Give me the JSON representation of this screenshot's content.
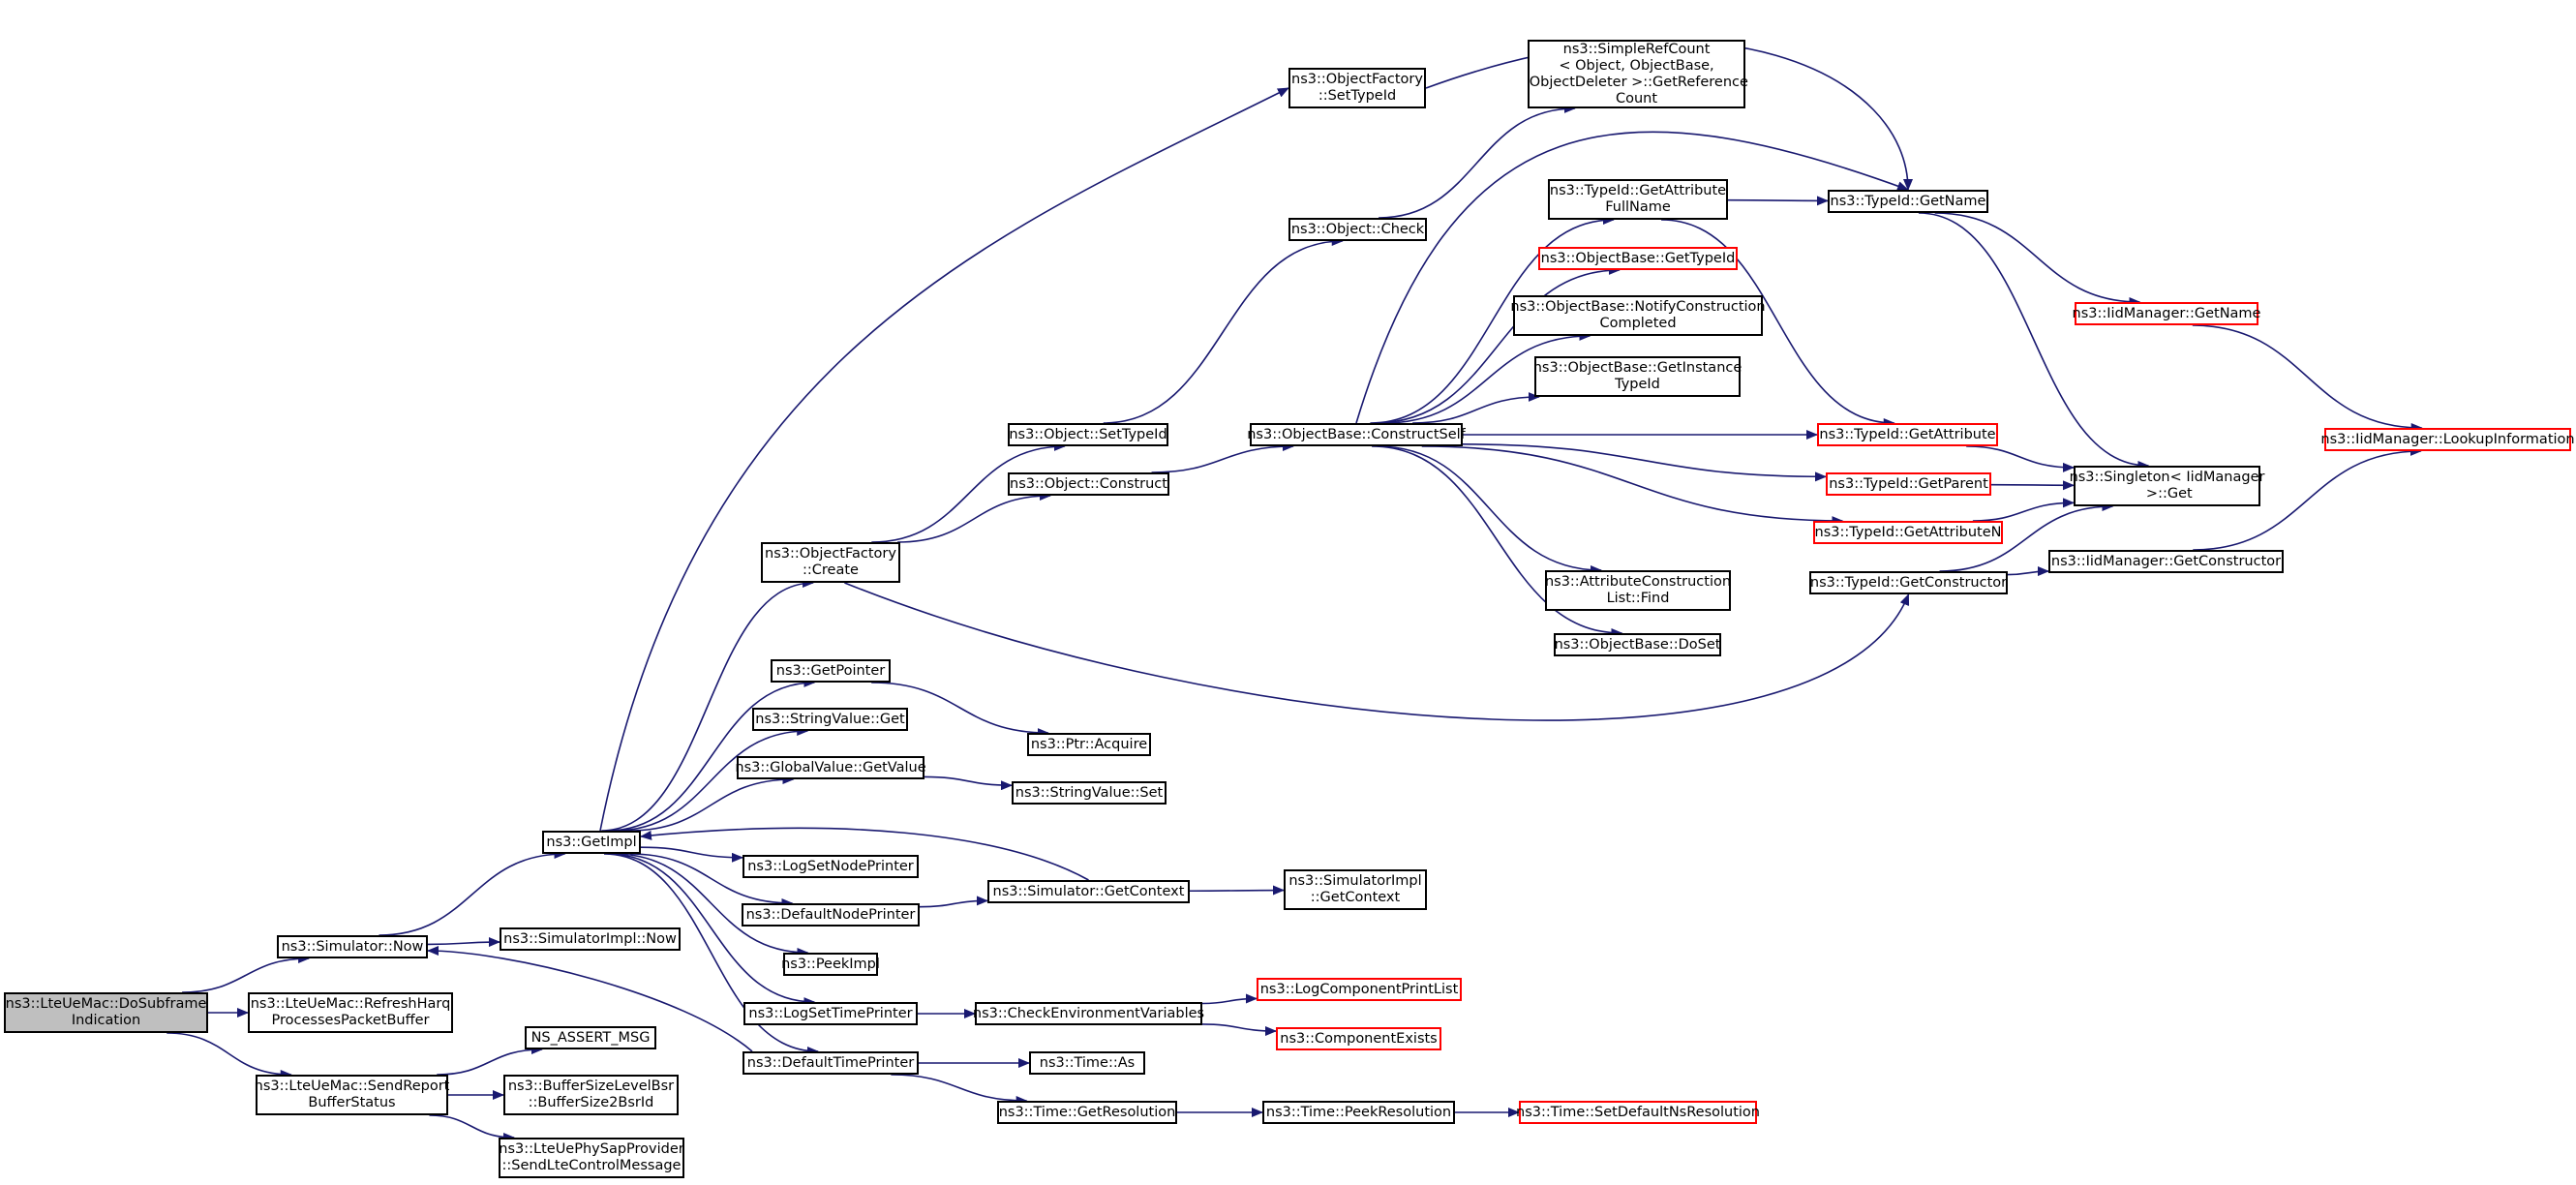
{
  "graph": {
    "colors": {
      "edge": "#191970",
      "box_border": "#000000",
      "truncated_border": "#ff0000",
      "root_fill": "#bfbfbf",
      "background": "#ffffff"
    },
    "nodes": [
      {
        "id": "root",
        "label": "ns3::LteUeMac::DoSubframe\nIndication",
        "root": true
      },
      {
        "id": "simnow",
        "label": "ns3::Simulator::Now"
      },
      {
        "id": "refresh",
        "label": "ns3::LteUeMac::RefreshHarq\nProcessesPacketBuffer"
      },
      {
        "id": "sendreport",
        "label": "ns3::LteUeMac::SendReport\nBufferStatus"
      },
      {
        "id": "getimpl",
        "label": "ns3::GetImpl"
      },
      {
        "id": "simimplnow",
        "label": "ns3::SimulatorImpl::Now"
      },
      {
        "id": "nsassert",
        "label": "NS_ASSERT_MSG"
      },
      {
        "id": "bsr",
        "label": "ns3::BufferSizeLevelBsr\n::BufferSize2BsrId"
      },
      {
        "id": "sendlte",
        "label": "ns3::LteUePhySapProvider\n::SendLteControlMessage"
      },
      {
        "id": "ofcreate",
        "label": "ns3::ObjectFactory\n::Create"
      },
      {
        "id": "getpointer",
        "label": "ns3::GetPointer"
      },
      {
        "id": "svget",
        "label": "ns3::StringValue::Get"
      },
      {
        "id": "gvget",
        "label": "ns3::GlobalValue::GetValue"
      },
      {
        "id": "logsetnode",
        "label": "ns3::LogSetNodePrinter"
      },
      {
        "id": "defnode",
        "label": "ns3::DefaultNodePrinter"
      },
      {
        "id": "peekimpl",
        "label": "ns3::PeekImpl"
      },
      {
        "id": "logsettime",
        "label": "ns3::LogSetTimePrinter"
      },
      {
        "id": "deftime",
        "label": "ns3::DefaultTimePrinter"
      },
      {
        "id": "ofsettypeid",
        "label": "ns3::ObjectFactory\n::SetTypeId"
      },
      {
        "id": "objcheck",
        "label": "ns3::Object::Check"
      },
      {
        "id": "objsettypeid",
        "label": "ns3::Object::SetTypeId"
      },
      {
        "id": "objconstruct",
        "label": "ns3::Object::Construct"
      },
      {
        "id": "ptracquire",
        "label": "ns3::Ptr::Acquire"
      },
      {
        "id": "svset",
        "label": "ns3::StringValue::Set"
      },
      {
        "id": "simgetctx",
        "label": "ns3::Simulator::GetContext"
      },
      {
        "id": "checkenv",
        "label": "ns3::CheckEnvironmentVariables"
      },
      {
        "id": "timeas",
        "label": "ns3::Time::As"
      },
      {
        "id": "timegetres",
        "label": "ns3::Time::GetResolution"
      },
      {
        "id": "simrefcount",
        "label": "ns3::SimpleRefCount\n< Object, ObjectBase,\n ObjectDeleter >::GetReference\nCount"
      },
      {
        "id": "obconstructself",
        "label": "ns3::ObjectBase::ConstructSelf"
      },
      {
        "id": "simimplctx",
        "label": "ns3::SimulatorImpl\n::GetContext"
      },
      {
        "id": "logcomp",
        "label": "ns3::LogComponentPrintList",
        "truncated": true
      },
      {
        "id": "compexists",
        "label": "ns3::ComponentExists",
        "truncated": true
      },
      {
        "id": "timepeekres",
        "label": "ns3::Time::PeekResolution"
      },
      {
        "id": "tidgetattrfull",
        "label": "ns3::TypeId::GetAttribute\nFullName"
      },
      {
        "id": "obgettypeid",
        "label": "ns3::ObjectBase::GetTypeId",
        "truncated": true
      },
      {
        "id": "obnotify",
        "label": "ns3::ObjectBase::NotifyConstruction\nCompleted"
      },
      {
        "id": "obgetinst",
        "label": "ns3::ObjectBase::GetInstance\nTypeId"
      },
      {
        "id": "acfind",
        "label": "ns3::AttributeConstruction\nList::Find"
      },
      {
        "id": "obdoset",
        "label": "ns3::ObjectBase::DoSet"
      },
      {
        "id": "timesetdef",
        "label": "ns3::Time::SetDefaultNsResolution",
        "truncated": true
      },
      {
        "id": "tidgetname",
        "label": "ns3::TypeId::GetName"
      },
      {
        "id": "tidgetattr",
        "label": "ns3::TypeId::GetAttribute",
        "truncated": true
      },
      {
        "id": "tidgetparent",
        "label": "ns3::TypeId::GetParent",
        "truncated": true
      },
      {
        "id": "tidgetattrn",
        "label": "ns3::TypeId::GetAttributeN",
        "truncated": true
      },
      {
        "id": "tidgetctor",
        "label": "ns3::TypeId::GetConstructor"
      },
      {
        "id": "iidgetname",
        "label": "ns3::IidManager::GetName",
        "truncated": true
      },
      {
        "id": "singleton",
        "label": "ns3::Singleton< IidManager\n >::Get"
      },
      {
        "id": "iidgetctor",
        "label": "ns3::IidManager::GetConstructor"
      },
      {
        "id": "iidlookup",
        "label": "ns3::IidManager::LookupInformation",
        "truncated": true
      }
    ],
    "edges": [
      [
        "root",
        "simnow"
      ],
      [
        "root",
        "refresh"
      ],
      [
        "root",
        "sendreport"
      ],
      [
        "simnow",
        "getimpl"
      ],
      [
        "simnow",
        "simimplnow"
      ],
      [
        "sendreport",
        "nsassert"
      ],
      [
        "sendreport",
        "bsr"
      ],
      [
        "sendreport",
        "sendlte"
      ],
      [
        "getimpl",
        "ofsettypeid"
      ],
      [
        "getimpl",
        "ofcreate"
      ],
      [
        "getimpl",
        "getpointer"
      ],
      [
        "getimpl",
        "svget"
      ],
      [
        "getimpl",
        "gvget"
      ],
      [
        "getimpl",
        "logsetnode"
      ],
      [
        "getimpl",
        "defnode"
      ],
      [
        "getimpl",
        "peekimpl"
      ],
      [
        "getimpl",
        "logsettime"
      ],
      [
        "getimpl",
        "deftime"
      ],
      [
        "ofcreate",
        "objsettypeid"
      ],
      [
        "ofcreate",
        "objconstruct"
      ],
      [
        "ofcreate",
        "tidgetctor"
      ],
      [
        "getpointer",
        "ptracquire"
      ],
      [
        "gvget",
        "svset"
      ],
      [
        "defnode",
        "simgetctx"
      ],
      [
        "simgetctx",
        "getimpl"
      ],
      [
        "simgetctx",
        "simimplctx"
      ],
      [
        "logsettime",
        "checkenv"
      ],
      [
        "checkenv",
        "logcomp"
      ],
      [
        "checkenv",
        "compexists"
      ],
      [
        "deftime",
        "simnow"
      ],
      [
        "deftime",
        "timeas"
      ],
      [
        "deftime",
        "timegetres"
      ],
      [
        "timegetres",
        "timepeekres"
      ],
      [
        "timepeekres",
        "timesetdef"
      ],
      [
        "objsettypeid",
        "objcheck"
      ],
      [
        "objcheck",
        "simrefcount"
      ],
      [
        "objconstruct",
        "obconstructself"
      ],
      [
        "ofsettypeid",
        "tidgetname"
      ],
      [
        "obconstructself",
        "tidgetname"
      ],
      [
        "obconstructself",
        "tidgetattrfull"
      ],
      [
        "obconstructself",
        "obgettypeid"
      ],
      [
        "obconstructself",
        "obnotify"
      ],
      [
        "obconstructself",
        "obgetinst"
      ],
      [
        "obconstructself",
        "tidgetattr"
      ],
      [
        "obconstructself",
        "tidgetparent"
      ],
      [
        "obconstructself",
        "tidgetattrn"
      ],
      [
        "obconstructself",
        "acfind"
      ],
      [
        "obconstructself",
        "obdoset"
      ],
      [
        "tidgetattrfull",
        "tidgetname"
      ],
      [
        "tidgetattrfull",
        "tidgetattr"
      ],
      [
        "tidgetname",
        "iidgetname"
      ],
      [
        "tidgetname",
        "singleton"
      ],
      [
        "iidgetname",
        "iidlookup"
      ],
      [
        "tidgetattr",
        "singleton"
      ],
      [
        "tidgetparent",
        "singleton"
      ],
      [
        "tidgetattrn",
        "singleton"
      ],
      [
        "tidgetctor",
        "singleton"
      ],
      [
        "tidgetctor",
        "iidgetctor"
      ],
      [
        "iidgetctor",
        "iidlookup"
      ]
    ]
  }
}
